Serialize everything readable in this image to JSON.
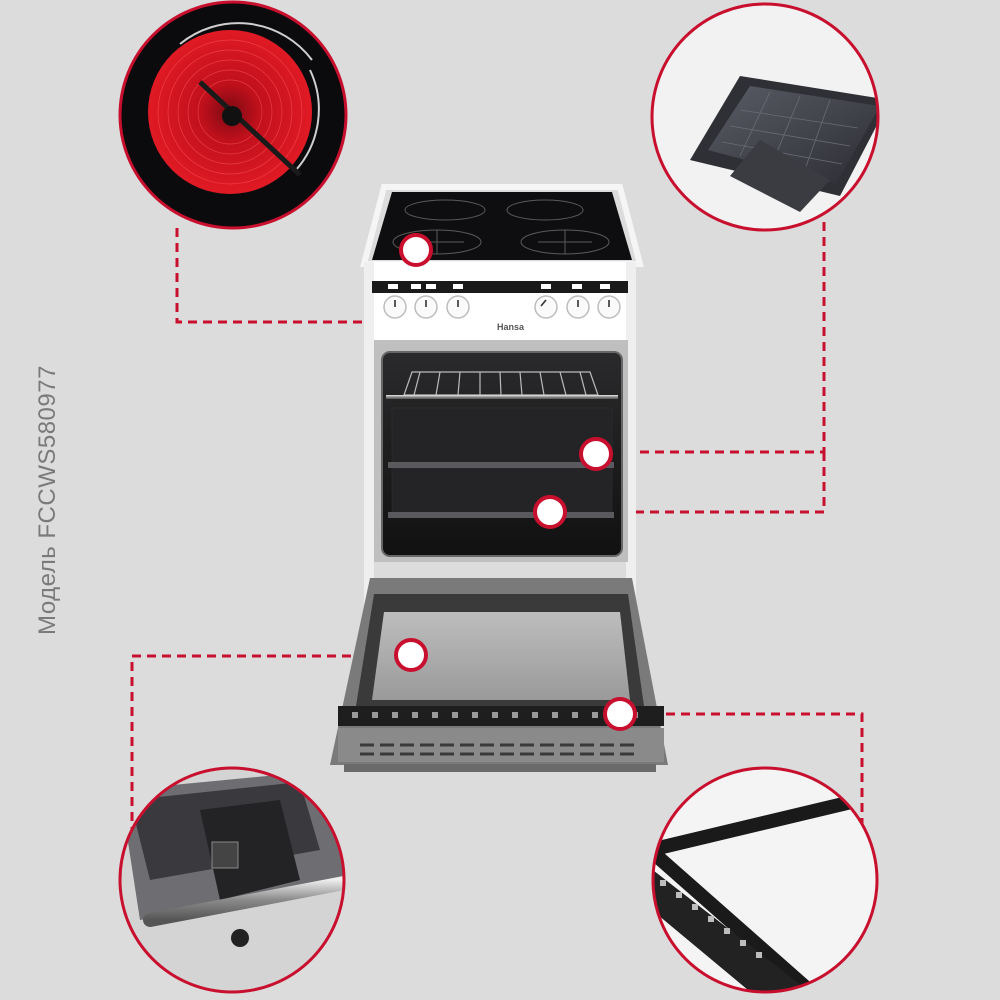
{
  "model_label": "Модель FCCWS580977",
  "brand_label": "Hansa",
  "colors": {
    "background": "#dcdcdc",
    "accent": "#c8102e",
    "hob_glass": "#0e0e10",
    "oven_body": "#ffffff",
    "heated_zone": "#d2101e"
  },
  "callouts": [
    {
      "name": "heating-zone-detail",
      "icon": "ceramic-hob-icon"
    },
    {
      "name": "baking-trays-detail",
      "icon": "baking-tray-icon"
    },
    {
      "name": "door-hinge-detail",
      "icon": "door-hinge-icon"
    },
    {
      "name": "door-glass-detail",
      "icon": "door-glass-icon"
    }
  ]
}
